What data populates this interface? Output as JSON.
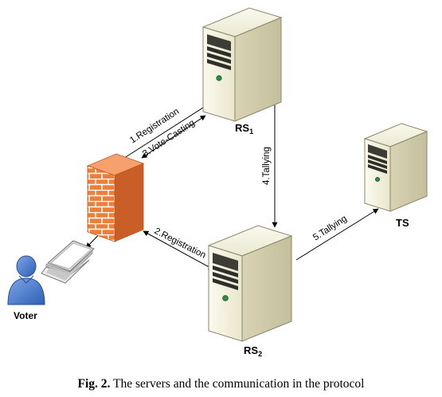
{
  "nodes": {
    "rs1": {
      "name": "RS",
      "sub": "1"
    },
    "rs2": {
      "name": "RS",
      "sub": "2"
    },
    "ts": {
      "name": "TS"
    },
    "voter": {
      "name": "Voter"
    }
  },
  "edges": {
    "registration_1": "1.Registration",
    "vote_casting_3": "3.Vote-Casting",
    "tallying_4": "4.Tallying",
    "registration_2": "2.Registration",
    "tallying_5": "5.Tallying"
  },
  "caption": {
    "label": "Fig. 2.",
    "text": " The servers and the communication in the protocol"
  },
  "icons": [
    "server-icon",
    "firewall-icon",
    "laptop-icon",
    "user-icon"
  ],
  "colors": {
    "server_body": "#f3f1dd",
    "firewall_brick": "#f07e3b",
    "voter": "#3b6cc4",
    "led": "#2f8a4a"
  }
}
